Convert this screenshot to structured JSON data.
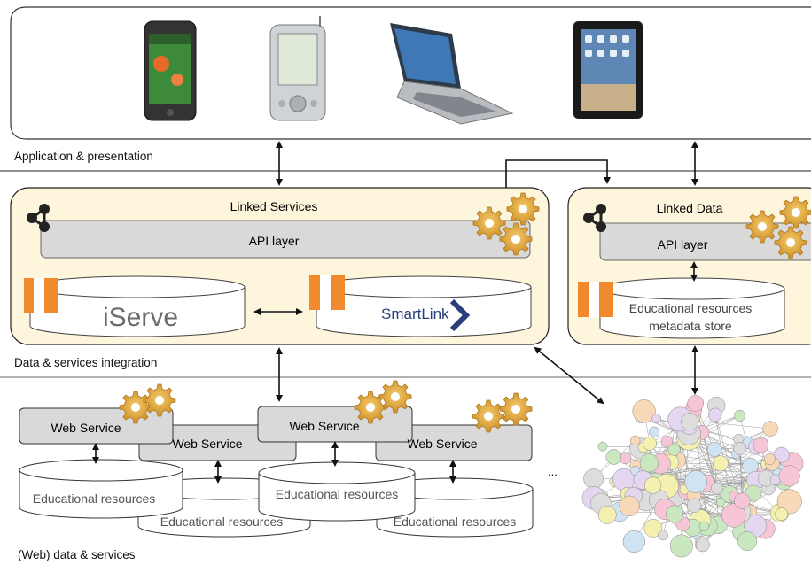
{
  "layers": {
    "application": "Application & presentation",
    "integration": "Data & services integration",
    "data": "(Web) data & services"
  },
  "devices": [
    {
      "name": "iphone-icon"
    },
    {
      "name": "pda-icon"
    },
    {
      "name": "laptop-icon"
    },
    {
      "name": "ipad-icon"
    }
  ],
  "linked_services": {
    "title": "Linked Services",
    "api": "API layer",
    "iserve_logo": "iServe",
    "smartlink_logo": "SmartLink"
  },
  "linked_data": {
    "title": "Linked Data",
    "api": "API layer",
    "store_line1": "Educational resources",
    "store_line2": "metadata store"
  },
  "web_services": [
    {
      "service": "Web Service",
      "resource": "Educational resources"
    },
    {
      "service": "Web Service",
      "resource": "Educational resources"
    },
    {
      "service": "Web Service",
      "resource": "Educational resources"
    },
    {
      "service": "Web Service",
      "resource": "Educational resources"
    }
  ],
  "ellipsis": "...",
  "colors": {
    "panel_fill": "#fdf5dc",
    "api_fill": "#d9d9d9",
    "orange": "#f08a2c",
    "gear": "#e0a43c"
  }
}
